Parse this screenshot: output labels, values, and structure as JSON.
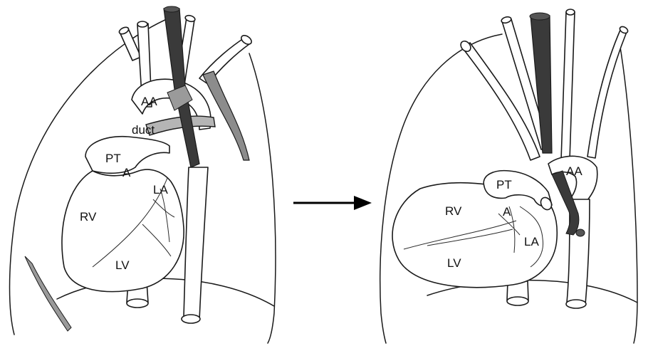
{
  "colors": {
    "line": "#1a1a1a",
    "dark_vessel": "#3a3a3a",
    "gray_vessel": "#8c8c8c",
    "light_vessel": "#b5b5b5",
    "background": "#ffffff"
  },
  "before": {
    "labels": {
      "aa": "AA",
      "duct": "duct",
      "pt": "PT",
      "a": "A",
      "la": "LA",
      "rv": "RV",
      "lv": "LV"
    }
  },
  "after": {
    "labels": {
      "pt": "PT",
      "aa": "AA",
      "rv": "RV",
      "a": "A",
      "la": "LA",
      "lv": "LV"
    }
  },
  "transition_arrow": "right-arrow-icon"
}
